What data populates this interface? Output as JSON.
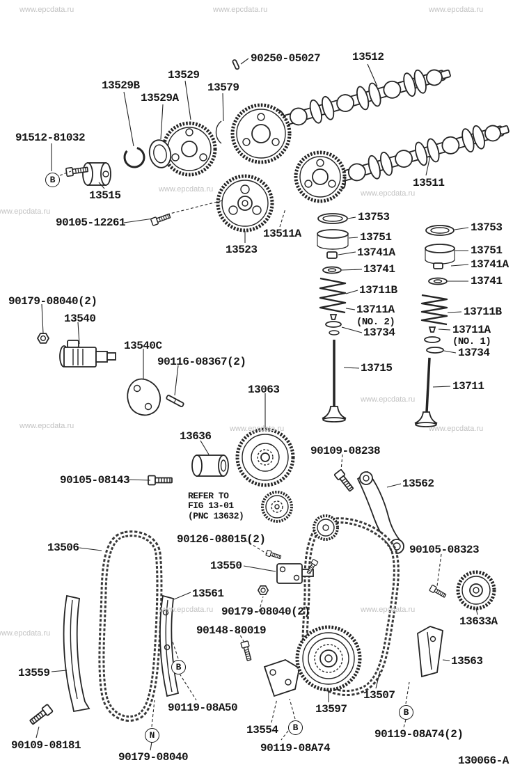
{
  "page": {
    "watermark": "www.epcdata.ru",
    "ink_color": "#242424",
    "watermark_color": "#c2c2c2"
  },
  "labels": {
    "p90250_05027": "90250-05027",
    "p13512": "13512",
    "p13529": "13529",
    "p13529B": "13529B",
    "p13529A": "13529A",
    "p13579": "13579",
    "p91512_81032": "91512-81032",
    "p13515": "13515",
    "p13511": "13511",
    "p90105_12261": "90105-12261",
    "p13523": "13523",
    "p13511A": "13511A",
    "p13753_left": "13753",
    "p13751_left": "13751",
    "p13741A_left": "13741A",
    "p13741_left": "13741",
    "p13711B_left": "13711B",
    "p13711A_left": "13711A",
    "no2": "(NO. 2)",
    "p13734_left": "13734",
    "p13715": "13715",
    "p13753_right": "13753",
    "p13751_right": "13751",
    "p13741A_right": "13741A",
    "p13741_right": "13741",
    "p13711B_right": "13711B",
    "p13711A_right": "13711A",
    "no1": "(NO. 1)",
    "p13734_right": "13734",
    "p13711": "13711",
    "p90179_08040_top": "90179-08040(2)",
    "p13540": "13540",
    "p13540C": "13540C",
    "p90116_08367": "90116-08367(2)",
    "p13063": "13063",
    "p13636": "13636",
    "p90105_08143": "90105-08143",
    "refer_line1": "REFER TO",
    "refer_line2": "FIG 13-01",
    "refer_line3": "(PNC 13632)",
    "p90109_08238": "90109-08238",
    "p13562": "13562",
    "p13506": "13506",
    "p90126_08015": "90126-08015(2)",
    "p13550": "13550",
    "p90105_08323": "90105-08323",
    "p13561": "13561",
    "p90179_08040_mid": "90179-08040(2)",
    "p90148_80019": "90148-80019",
    "p13633A": "13633A",
    "p13559": "13559",
    "p13563": "13563",
    "p13507": "13507",
    "p13597": "13597",
    "p90119_08A50": "90119-08A50",
    "p13554": "13554",
    "p90109_08181": "90109-08181",
    "p90179_08040_bottom": "90179-08040",
    "p90119_08A74": "90119-08A74",
    "p90119_08A74_2": "90119-08A74(2)",
    "diagram_code": "130066-A"
  },
  "callouts": {
    "b1": "B",
    "b2": "B",
    "n1": "N",
    "b3": "B",
    "b4": "B"
  }
}
